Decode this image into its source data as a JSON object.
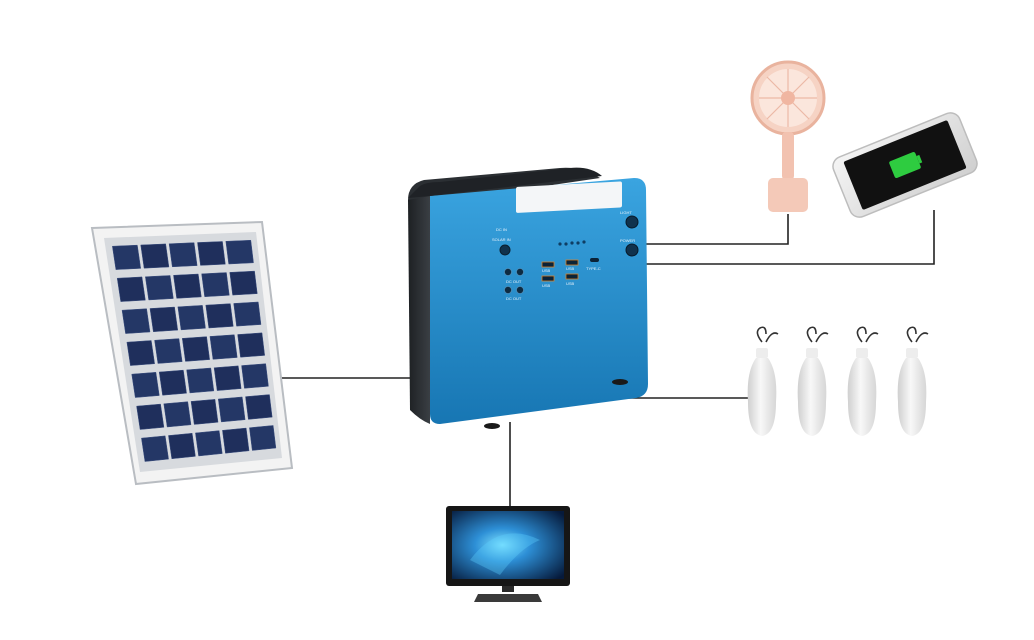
{
  "scene": {
    "device": {
      "labels": {
        "dc_in": "DC IN",
        "solar_in": "SOLAR IN",
        "dc_out_1": "DC OUT",
        "dc_out_2": "DC OUT",
        "usb_1": "USB",
        "usb_2": "USB",
        "usb_3": "USB",
        "usb_4": "USB",
        "type_c": "TYPE-C",
        "light": "LIGHT",
        "power": "POWER"
      }
    },
    "colors": {
      "device_body": "#1f86c6",
      "device_side": "#262a2e",
      "cable": "#222222",
      "phone_battery": "#2ecc40",
      "fan": "#f2c2b0"
    },
    "icons": [
      "solar-panel",
      "power-station",
      "fan",
      "smartphone",
      "light-bulb",
      "tv-monitor"
    ]
  }
}
